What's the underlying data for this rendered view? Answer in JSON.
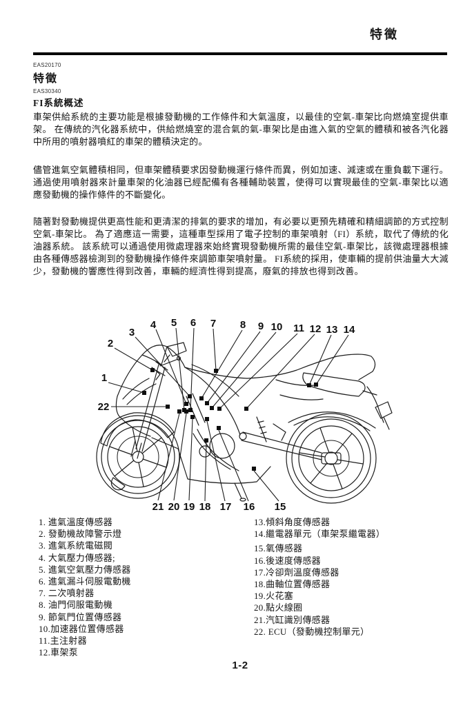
{
  "page": {
    "header_title": "特徵",
    "page_number": "1-2"
  },
  "codes": {
    "code1": "EAS20170",
    "code2": "EAS30340"
  },
  "headings": {
    "h1": "特徵",
    "h2": "FI系統概述"
  },
  "paragraphs": {
    "p1": "車架供給系統的主要功能是根據發動機的工作條件和大氣溫度，以最佳的空氣-車架比向燃燒室提供車架。 在傳統的汽化器系統中，供給燃燒室的混合氣的氣-車架比是由進入氣的空氣的體積和被各汽化器中所用的噴射器噴紅的車架的體積決定的。",
    "p2": "儘管進氣空氣體積相同，但車架體積要求因發動機運行條件而異，例如加速、減速或在重負載下運行。 通過使用噴射器來計量車架的化油器已經配備有各種輔助裝置，使得可以實現最佳的空氣-車架比以適應發動機的操作條件的不斷變化。",
    "p3": "隨著對發動機提供更高性能和更清潔的排氣的要求的增加，有必要以更預先精確和精細調節的方式控制空氣-車架比。 為了適應這一需要，這種車型採用了電子控制的車架噴射（FI）系統，取代了傳統的化油器系統。 該系統可以通過使用微處理器來始終實現發動機所需的最佳空氣-車架比，該微處理器根據由各種傳感器檢測到的發動機操作條件來調節車架噴射量。 FI系統的採用，使車輛的提前供油量大大減少，發動機的響應性得到改善，車輛的經濟性得到提高，廢氣的排放也得到改善。"
  },
  "diagram": {
    "callouts": [
      "1",
      "2",
      "3",
      "4",
      "5",
      "6",
      "7",
      "8",
      "9",
      "10",
      "11",
      "12",
      "13",
      "14",
      "15",
      "16",
      "17",
      "18",
      "19",
      "20",
      "21",
      "22"
    ]
  },
  "parts_left": [
    "1. 進氣溫度傳感器",
    "2. 發動機故障警示燈",
    "3. 進氣系統電磁閥",
    "4. 大氣壓力傳感器;",
    "5. 進氣空氣壓力傳感器",
    "6. 進氣漏斗伺服電動機",
    "7. 二次噴射器",
    "8. 油門伺服電動機",
    "9. 節氣門位置傳感器",
    "10.加速器位置傳感器",
    "11.主注射器",
    "12.車架泵"
  ],
  "parts_right": [
    "13.傾斜角度傳感器",
    "14.繼電器單元（車架泵繼電器）",
    "15.氧傳感器",
    "16.後速度傳感器",
    "17.冷卻劑溫度傳感器",
    "18.曲軸位置傳感器",
    "19.火花塞",
    "20.點火線圈",
    "21.汽缸識別傳感器",
    "22. ECU（發動機控制單元）"
  ]
}
